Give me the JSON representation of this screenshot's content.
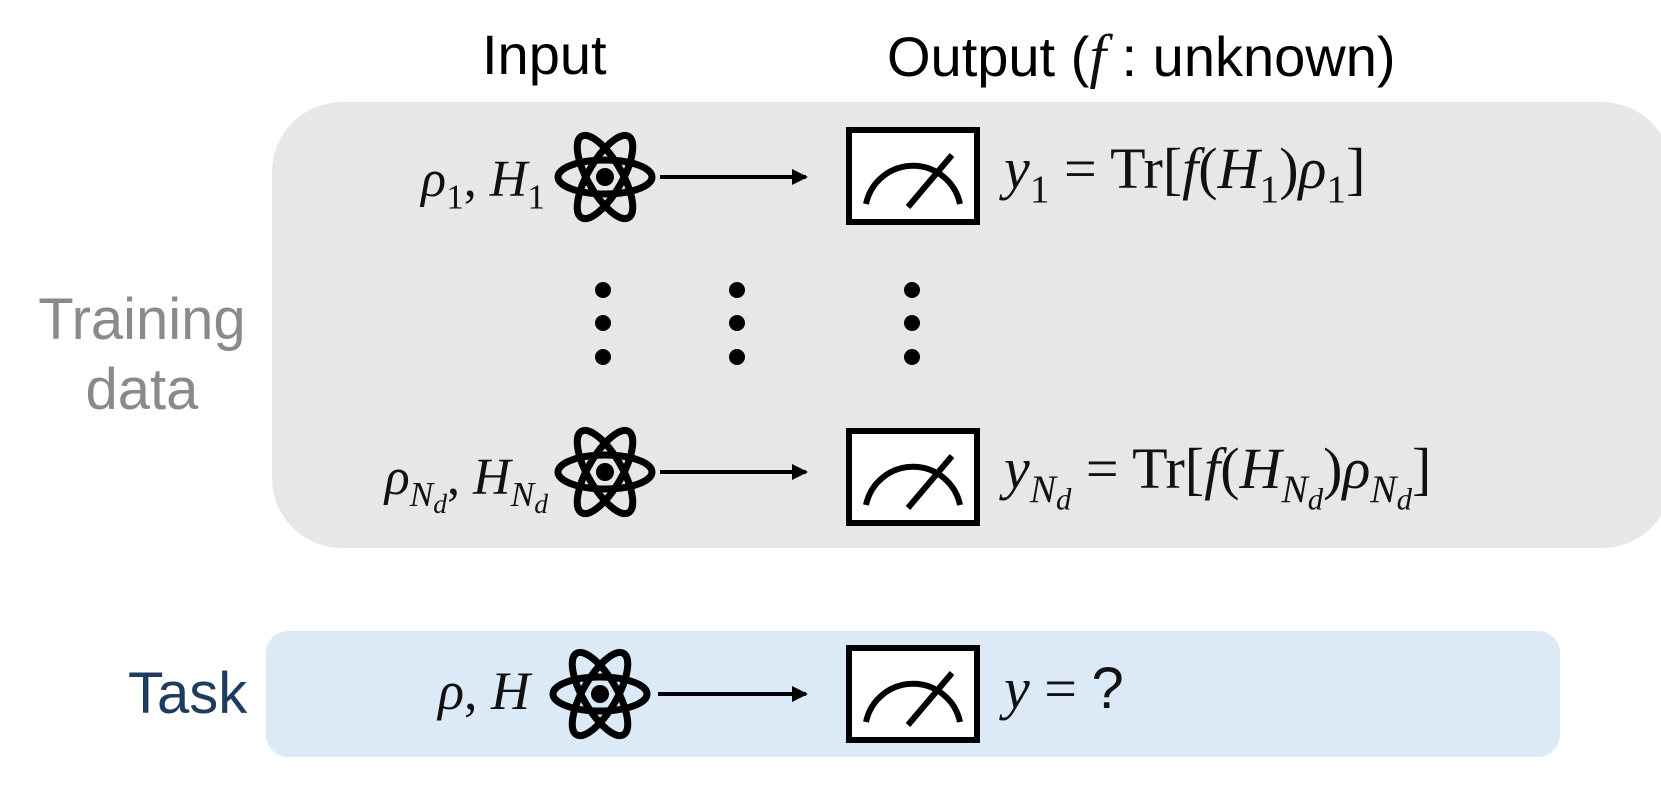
{
  "headers": {
    "input": "Input",
    "output_prefix": "Output (",
    "output_func": "f",
    "output_suffix": " : unknown)"
  },
  "training": {
    "label_line1": "Training",
    "label_line2": "data",
    "row1": {
      "input_rho": "ρ",
      "input_rho_sub": "1",
      "input_sep": ", ",
      "input_H": "H",
      "input_H_sub": "1",
      "out_y": "y",
      "out_y_sub": "1",
      "out_eq": " = Tr[",
      "out_f": "f",
      "out_open": "(",
      "out_H": "H",
      "out_H_sub": "1",
      "out_mid": ")",
      "out_rho": "ρ",
      "out_rho_sub": "1",
      "out_close": "]"
    },
    "rowN": {
      "input_rho": "ρ",
      "input_rho_sub": "N",
      "input_rho_subsub": "d",
      "input_sep": ", ",
      "input_H": "H",
      "input_H_sub": "N",
      "input_H_subsub": "d",
      "out_y": "y",
      "out_y_sub": "N",
      "out_y_subsub": "d",
      "out_eq": " = Tr[",
      "out_f": "f",
      "out_open": "(",
      "out_H": "H",
      "out_H_sub": "N",
      "out_H_subsub": "d",
      "out_mid": ")",
      "out_rho": "ρ",
      "out_rho_sub": "N",
      "out_rho_subsub": "d",
      "out_close": "]"
    }
  },
  "task": {
    "label": "Task",
    "input_rho": "ρ",
    "input_sep": ", ",
    "input_H": "H",
    "out_y": "y",
    "out_eq": " = ",
    "out_q": "?"
  },
  "icons": {
    "atom": "atom-icon",
    "meter": "meter-icon",
    "arrow": "arrow-right-icon",
    "dots": "vertical-ellipsis"
  },
  "colors": {
    "training_bg": "#e7e7e7",
    "task_bg": "#dce9f6",
    "training_label": "#8a8a8a",
    "task_label": "#1e3c5f"
  }
}
